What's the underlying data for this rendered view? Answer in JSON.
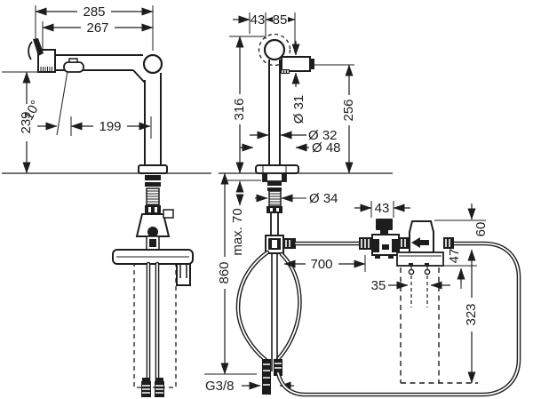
{
  "drawing": {
    "type": "technical-dimension-drawing",
    "line_color": "#1d1d1d",
    "bg_color": "#ffffff",
    "labels": {
      "dim_285": "285",
      "dim_267": "267",
      "dim_239": "239",
      "dim_angle": "10°",
      "dim_199": "199",
      "dim_43_top": "43",
      "dim_85": "85",
      "dim_316": "316",
      "dim_dia31": "Ø 31",
      "dim_256": "256",
      "dim_dia32": "Ø 32",
      "dim_dia48": "Ø 48",
      "dim_dia34": "Ø 34",
      "dim_max70": "max. 70",
      "dim_860": "860",
      "dim_700": "700",
      "dim_g38": "G3/8",
      "dim_43_right": "43",
      "dim_60": "60",
      "dim_47": "47",
      "dim_35": "35",
      "dim_323": "323"
    }
  }
}
